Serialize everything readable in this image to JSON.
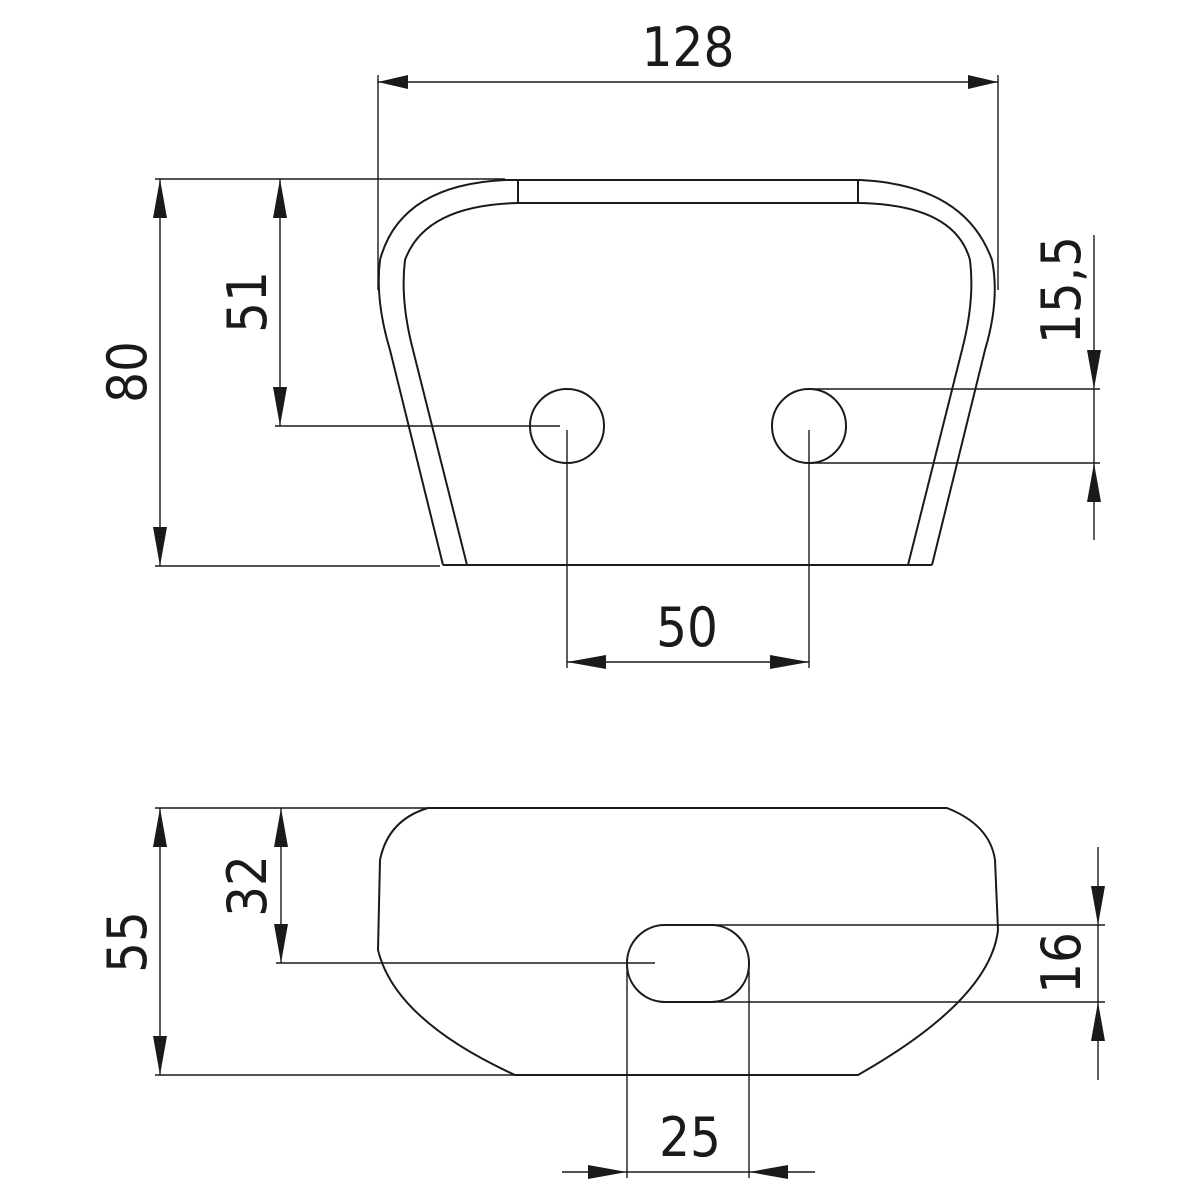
{
  "drawing": {
    "type": "technical-dimension-drawing",
    "line_color": "#1a1a1a",
    "background": "#ffffff",
    "views": [
      {
        "name": "front-view",
        "dimensions": {
          "overall_width": "128",
          "overall_height": "80",
          "hole_center_height": "51",
          "hole_diameter": "15,5",
          "hole_spacing": "50"
        }
      },
      {
        "name": "side-view",
        "dimensions": {
          "overall_height": "55",
          "slot_center_height": "32",
          "slot_height": "16",
          "slot_width": "25"
        }
      }
    ]
  },
  "labels": {
    "width_128": "128",
    "height_80": "80",
    "height_51": "51",
    "dia_15_5": "15,5",
    "spacing_50": "50",
    "height_55": "55",
    "height_32": "32",
    "slot_16": "16",
    "slot_25": "25"
  }
}
